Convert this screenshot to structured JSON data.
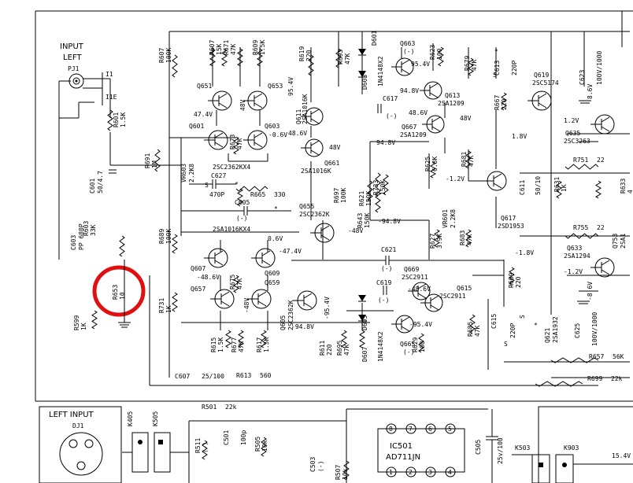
{
  "inputs": {
    "input_left": [
      "INPUT",
      "LEFT"
    ],
    "pj1": "PJ1",
    "i1": "I1",
    "i1e": "I1E",
    "left_input": "LEFT INPUT",
    "dj1": "DJ1",
    "k405": "K405",
    "k505": "K505",
    "k503": "K503",
    "k903": "K903"
  },
  "ic": {
    "ref": "IC501",
    "part": "AD711JN",
    "pins_top": [
      "8",
      "7",
      "6",
      "5"
    ],
    "pins_bottom": [
      "1",
      "2",
      "3",
      "4"
    ]
  },
  "resistors": [
    {
      "ref": "R607",
      "val": "100K"
    },
    {
      "ref": "R607",
      "val": "15K"
    },
    {
      "ref": "R671",
      "val": "47K"
    },
    {
      "ref": "R609",
      "val": "1.5K"
    },
    {
      "ref": "R619",
      "val": "220"
    },
    {
      "ref": "R693",
      "val": "47K"
    },
    {
      "ref": "R623",
      "val": "100"
    },
    {
      "ref": "R679",
      "val": "47K"
    },
    {
      "ref": "R601",
      "val": "1.5K"
    },
    {
      "ref": "R691",
      "val": "1M"
    },
    {
      "ref": "R673",
      "val": "47K"
    },
    {
      "ref": "R665",
      "val": "330"
    },
    {
      "ref": "R621",
      "val": "150K"
    },
    {
      "ref": "R733",
      "val": "150K"
    },
    {
      "ref": "R643",
      "val": "150K"
    },
    {
      "ref": "R697",
      "val": "100K"
    },
    {
      "ref": "R625",
      "val": "6.8K"
    },
    {
      "ref": "R681",
      "val": "47K"
    },
    {
      "ref": "R667",
      "val": "220"
    },
    {
      "ref": "R631",
      "val": "1K"
    },
    {
      "ref": "R633",
      "val": "4"
    },
    {
      "ref": "R751",
      "val": "22"
    },
    {
      "ref": "R755",
      "val": "22"
    },
    {
      "ref": "R603",
      "val": "33K"
    },
    {
      "ref": "R689",
      "val": "100K"
    },
    {
      "ref": "R653",
      "val": "10"
    },
    {
      "ref": "R675",
      "val": "47K"
    },
    {
      "ref": "R627",
      "val": "3.9K"
    },
    {
      "ref": "R683",
      "val": "47K"
    },
    {
      "ref": "R669",
      "val": "220"
    },
    {
      "ref": "R599",
      "val": "1K"
    },
    {
      "ref": "R731",
      "val": "1K"
    },
    {
      "ref": "R615",
      "val": "1.5K"
    },
    {
      "ref": "R677",
      "val": "47K"
    },
    {
      "ref": "R617",
      "val": "1.5K"
    },
    {
      "ref": "R611",
      "val": "220"
    },
    {
      "ref": "R695",
      "val": "47K"
    },
    {
      "ref": "R629",
      "val": "100"
    },
    {
      "ref": "R685",
      "val": "47K"
    },
    {
      "ref": "R657",
      "val": "56K"
    },
    {
      "ref": "R699",
      "val": "22k"
    },
    {
      "ref": "R613",
      "val": "560"
    },
    {
      "ref": "R501",
      "val": "22k"
    },
    {
      "ref": "R511",
      "val": "(-)"
    },
    {
      "ref": "R505",
      "val": "10k"
    },
    {
      "ref": "R507",
      "val": "10k"
    }
  ],
  "capacitors": [
    {
      "ref": "C601",
      "val": "50/4.7"
    },
    {
      "ref": "C627",
      "val": "470P"
    },
    {
      "ref": "C605",
      "val": "(-)"
    },
    {
      "ref": "C603",
      "val": "PP 680P"
    },
    {
      "ref": "C617",
      "val": "(-)"
    },
    {
      "ref": "C613",
      "val": "220P"
    },
    {
      "ref": "C623",
      "val": "100V/1000"
    },
    {
      "ref": "C611",
      "val": "50/10"
    },
    {
      "ref": "C621",
      "val": "(-)"
    },
    {
      "ref": "C619",
      "val": "(-)"
    },
    {
      "ref": "C615",
      "val": "220P"
    },
    {
      "ref": "C609",
      "val": "S"
    },
    {
      "ref": "C625",
      "val": "100V/1000"
    },
    {
      "ref": "C607",
      "val": "25/100"
    },
    {
      "ref": "C501",
      "val": "100p"
    },
    {
      "ref": "C503",
      "val": "(-)"
    },
    {
      "ref": "C505",
      "val": "25v/100"
    }
  ],
  "transistors": [
    {
      "ref": "Q651"
    },
    {
      "ref": "Q653"
    },
    {
      "ref": "Q601"
    },
    {
      "ref": "Q603"
    },
    {
      "ref": "Q611",
      "part": "2SA1016K"
    },
    {
      "ref": "Q661",
      "part": "2SA1016K"
    },
    {
      "ref": "Q663",
      "part": "(-)"
    },
    {
      "ref": "Q613",
      "part": "2SA1209"
    },
    {
      "ref": "Q667",
      "part": "2SA1209"
    },
    {
      "ref": "Q619",
      "part": "2SC5174"
    },
    {
      "ref": "Q635",
      "part": "2SC3263"
    },
    {
      "ref": "Q655",
      "part": "2SC2362K"
    },
    {
      "ref": "Q617",
      "part": "2SD1953"
    },
    {
      "ref": "Q633",
      "part": "2SA1294"
    },
    {
      "ref": "Q607"
    },
    {
      "ref": "Q609"
    },
    {
      "ref": "Q657"
    },
    {
      "ref": "Q659"
    },
    {
      "ref": "Q605",
      "part": "2SC2362K"
    },
    {
      "ref": "Q669",
      "part": "2SC2911"
    },
    {
      "ref": "Q615",
      "part": "2SC2911"
    },
    {
      "ref": "Q665",
      "part": "(-)"
    },
    {
      "ref": "Q621",
      "part": "2SA1932"
    },
    {
      "ref": "Q753",
      "part": "2SA1"
    }
  ],
  "pair_labels": [
    "2SC2362KX4",
    "2SA1016KX4"
  ],
  "diodes": [
    {
      "ref": "D601",
      "part": "1N4148X2"
    },
    {
      "ref": "D603",
      "part": ""
    },
    {
      "ref": "D605",
      "part": "1N4148X2"
    },
    {
      "ref": "D607",
      "part": ""
    }
  ],
  "pots": [
    {
      "ref": "VR603",
      "val": "2.2K8"
    },
    {
      "ref": "VR601",
      "val": "2.2K8"
    }
  ],
  "voltages": {
    "v474": "47.4V",
    "v48a": "48V",
    "v06a": "-0.6V",
    "v486": "48.6V",
    "v954a": "95.4V",
    "v48b": "48V",
    "v954b": "95.4V",
    "v948a": "94.8V",
    "v486b": "48.6V",
    "v48c": "48V",
    "v948b": "94.8V",
    "v12a": "-1.2V",
    "v948c": "-94.8V",
    "v18a": "1.8V",
    "v12b": "1.2V",
    "v8a": "8.6V",
    "v48d": "-48V",
    "v474b": "-47.4V",
    "v06b": "0.6V",
    "v486c": "-48.6V",
    "v48e": "-48V",
    "v954c": "-95.4V",
    "v486d": "-48.6V",
    "v954d": "-95.4V",
    "v948d": "-94.8V",
    "v18b": "-1.8V",
    "v12c": "-1.2V",
    "v8b": "-8.6V",
    "v154": "15.4V"
  },
  "marks": {
    "s": "S",
    "star": "*"
  },
  "highlight": {
    "target": "R653",
    "color": "#e01010"
  }
}
